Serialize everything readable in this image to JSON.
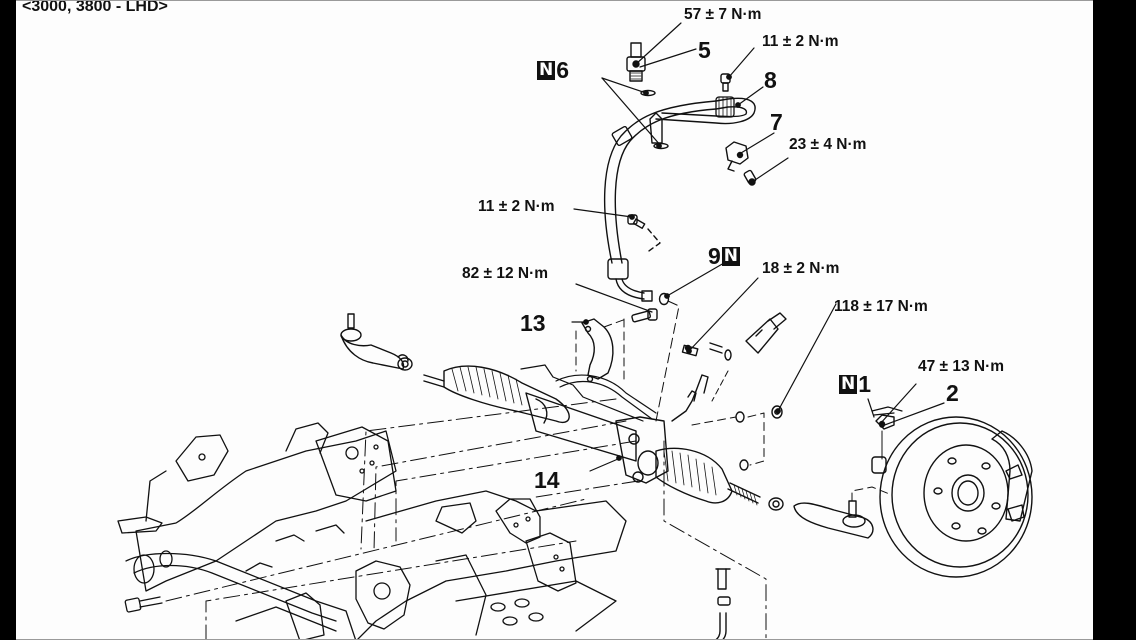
{
  "diagram": {
    "caption": "<3000, 3800 - LHD>",
    "new_part_marker": "N",
    "torques": [
      {
        "id": "t-57",
        "text": "57 ± 7 N·m"
      },
      {
        "id": "t-11a",
        "text": "11 ± 2 N·m"
      },
      {
        "id": "t-23",
        "text": "23 ± 4 N·m"
      },
      {
        "id": "t-11b",
        "text": "11 ± 2 N·m"
      },
      {
        "id": "t-82",
        "text": "82 ± 12 N·m"
      },
      {
        "id": "t-18",
        "text": "18 ± 2 N·m"
      },
      {
        "id": "t-118",
        "text": "118 ± 17 N·m"
      },
      {
        "id": "t-47",
        "text": "47 ± 13 N·m"
      }
    ],
    "parts": [
      {
        "number": "1",
        "new_part": true
      },
      {
        "number": "2",
        "new_part": false
      },
      {
        "number": "5",
        "new_part": false
      },
      {
        "number": "6",
        "new_part": true
      },
      {
        "number": "7",
        "new_part": false
      },
      {
        "number": "8",
        "new_part": false
      },
      {
        "number": "9",
        "new_part": true
      },
      {
        "number": "13",
        "new_part": false
      },
      {
        "number": "14",
        "new_part": false
      }
    ]
  }
}
